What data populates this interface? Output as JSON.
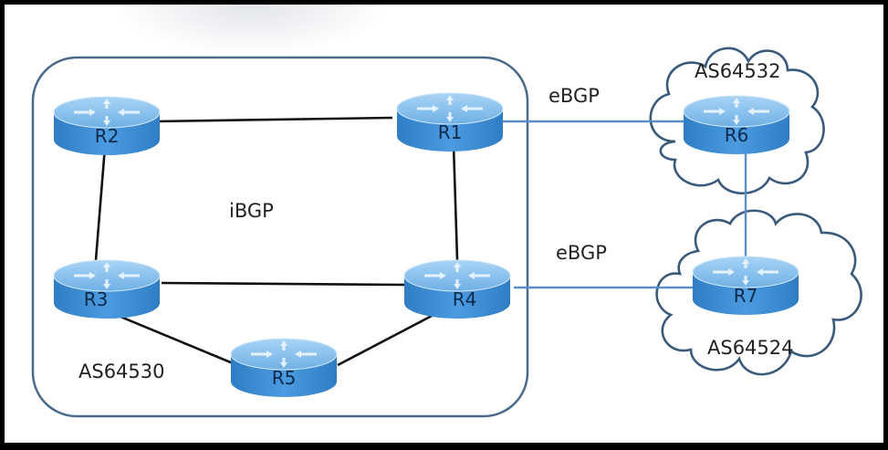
{
  "diagram": {
    "title": "",
    "colors": {
      "frame": "#000000",
      "as_box_border": "#4a6a8c",
      "cloud_border": "#3a5a7c",
      "ibgp_link": "#111111",
      "ebgp_link": "#5b8dc6",
      "router_top": "#8ec3ef",
      "router_side": "#3f8fd6",
      "router_label": "#0d2a4a"
    },
    "autonomous_systems": [
      {
        "id": "as64530",
        "label": "AS64530",
        "shape": "rounded-box",
        "routers": [
          "R1",
          "R2",
          "R3",
          "R4",
          "R5"
        ],
        "protocol_label": "iBGP"
      },
      {
        "id": "as64532",
        "label": "AS64532",
        "shape": "cloud",
        "routers": [
          "R6"
        ]
      },
      {
        "id": "as64524",
        "label": "AS64524",
        "shape": "cloud",
        "routers": [
          "R7"
        ]
      }
    ],
    "routers": [
      {
        "id": "R1",
        "label": "R1"
      },
      {
        "id": "R2",
        "label": "R2"
      },
      {
        "id": "R3",
        "label": "R3"
      },
      {
        "id": "R4",
        "label": "R4"
      },
      {
        "id": "R5",
        "label": "R5"
      },
      {
        "id": "R6",
        "label": "R6"
      },
      {
        "id": "R7",
        "label": "R7"
      }
    ],
    "links": [
      {
        "from": "R2",
        "to": "R1",
        "type": "ibgp"
      },
      {
        "from": "R2",
        "to": "R3",
        "type": "ibgp"
      },
      {
        "from": "R1",
        "to": "R4",
        "type": "ibgp"
      },
      {
        "from": "R3",
        "to": "R4",
        "type": "ibgp"
      },
      {
        "from": "R3",
        "to": "R5",
        "type": "ibgp"
      },
      {
        "from": "R5",
        "to": "R4",
        "type": "ibgp"
      },
      {
        "from": "R1",
        "to": "R6",
        "type": "ebgp",
        "label": "eBGP"
      },
      {
        "from": "R4",
        "to": "R7",
        "type": "ebgp",
        "label": "eBGP"
      },
      {
        "from": "R6",
        "to": "R7",
        "type": "ebgp"
      }
    ],
    "labels": {
      "ibgp": "iBGP",
      "ebgp_top": "eBGP",
      "ebgp_bottom": "eBGP",
      "as_left": "AS64530",
      "as_top_right": "AS64532",
      "as_bottom_right": "AS64524"
    }
  }
}
